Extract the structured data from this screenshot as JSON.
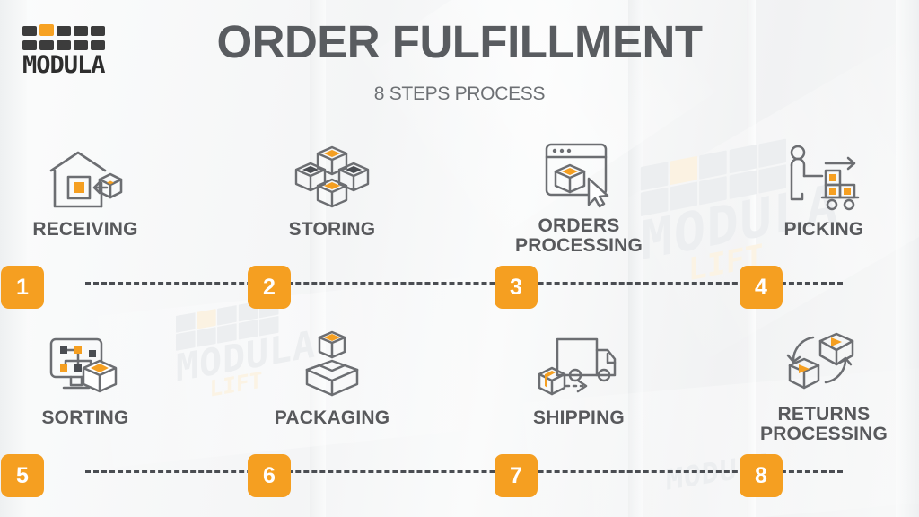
{
  "brand": {
    "logo_word": "MODULA",
    "logo_icon": "modula-block-logo",
    "accent_color": "#f7a223",
    "dark_color": "#3c3c3c"
  },
  "header": {
    "title": "ORDER FULFILLMENT",
    "subtitle": "8 STEPS PROCESS",
    "title_color": "#595c60"
  },
  "watermark": {
    "word": "MODULA",
    "sub": "LIFT"
  },
  "steps": [
    {
      "number": "1",
      "label": "RECEIVING",
      "icon": "warehouse-inbound-icon"
    },
    {
      "number": "2",
      "label": "STORING",
      "icon": "stacked-cubes-icon"
    },
    {
      "number": "3",
      "label": "ORDERS\nPROCESSING",
      "icon": "browser-order-cursor-icon"
    },
    {
      "number": "4",
      "label": "PICKING",
      "icon": "worker-cart-icon"
    },
    {
      "number": "5",
      "label": "SORTING",
      "icon": "monitor-flowchart-box-icon"
    },
    {
      "number": "6",
      "label": "PACKAGING",
      "icon": "open-carton-cube-icon"
    },
    {
      "number": "7",
      "label": "SHIPPING",
      "icon": "delivery-truck-box-icon"
    },
    {
      "number": "8",
      "label": "RETURNS\nPROCESSING",
      "icon": "return-cycle-boxes-icon"
    }
  ],
  "connector": {
    "style": "dashed",
    "color": "#4a4d52"
  },
  "badge": {
    "background": "#f59f21",
    "text_color": "#ffffff"
  }
}
